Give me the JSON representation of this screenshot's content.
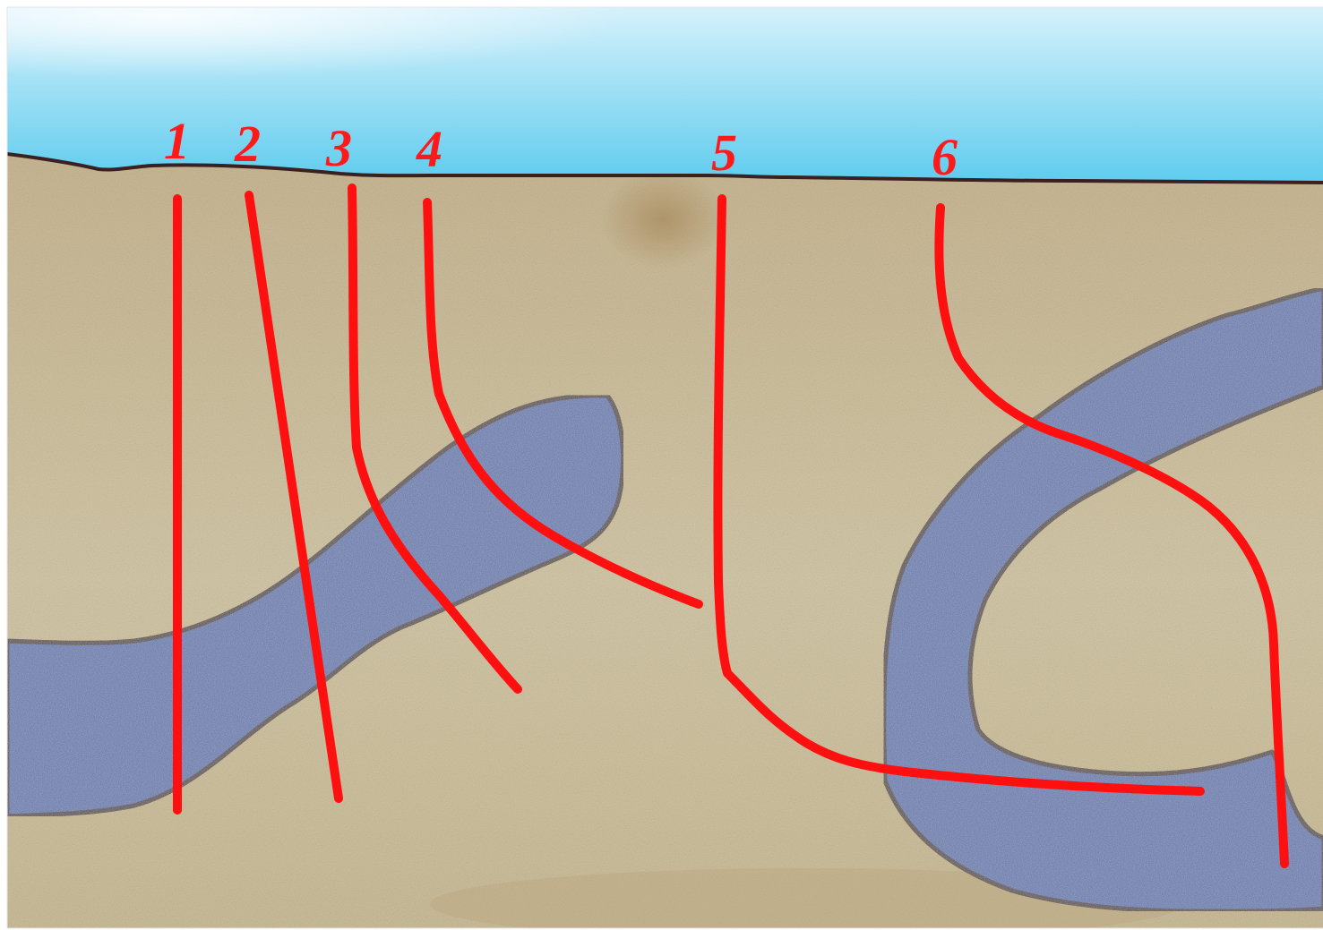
{
  "scene": {
    "colors": {
      "sky_top": "#bfe8f8",
      "sky_bottom": "#55c8ec",
      "soil": "#cfc2a0",
      "soil_dark": "#b9a27a",
      "aquifer": "#4e68a4",
      "aquifer_outline": "#3a2020",
      "ground_line": "#3a2020",
      "well": "#ff1010",
      "label": "#ff1a1a"
    }
  },
  "wells": [
    {
      "label": "1",
      "name": "well-1"
    },
    {
      "label": "2",
      "name": "well-2"
    },
    {
      "label": "3",
      "name": "well-3"
    },
    {
      "label": "4",
      "name": "well-4"
    },
    {
      "label": "5",
      "name": "well-5"
    },
    {
      "label": "6",
      "name": "well-6"
    }
  ]
}
